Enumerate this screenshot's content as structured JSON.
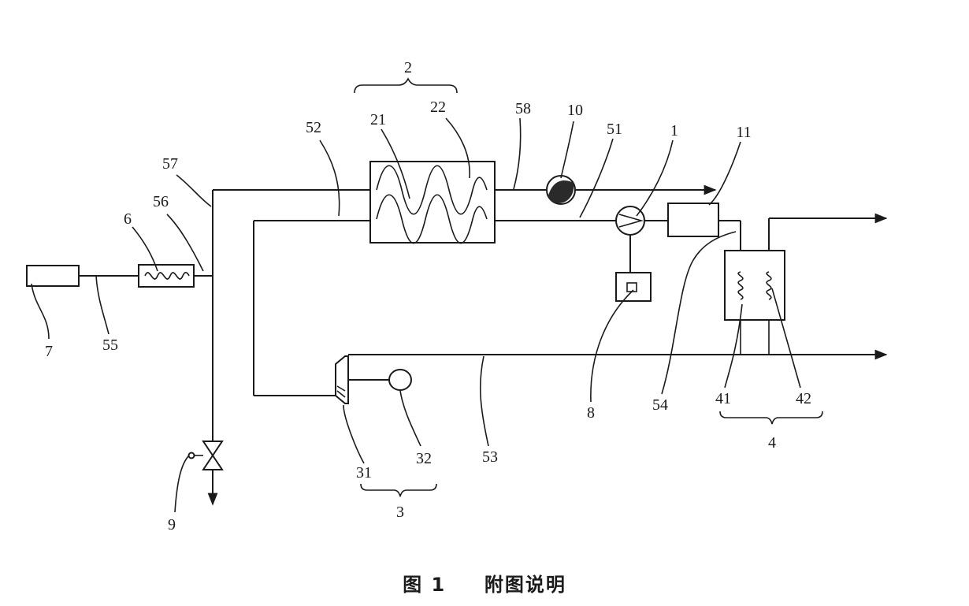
{
  "caption": {
    "figure_label": "图 1",
    "title": "附图说明"
  },
  "labels": {
    "n1": "1",
    "n2": "2",
    "n3": "3",
    "n4": "4",
    "n6": "6",
    "n7": "7",
    "n8": "8",
    "n9": "9",
    "n10": "10",
    "n11": "11",
    "n21": "21",
    "n22": "22",
    "n31": "31",
    "n32": "32",
    "n41": "41",
    "n42": "42",
    "n51": "51",
    "n52": "52",
    "n53": "53",
    "n54": "54",
    "n55": "55",
    "n56": "56",
    "n57": "57",
    "n58": "58"
  }
}
